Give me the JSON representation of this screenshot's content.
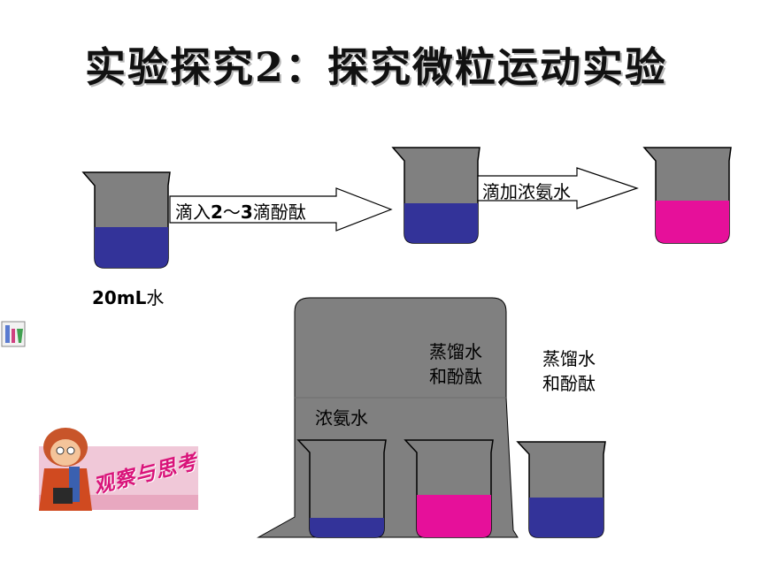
{
  "slide": {
    "title": "实验探究2：探究微粒运动实验"
  },
  "top_row": {
    "beaker1_caption_bold": "20mL",
    "beaker1_caption_rest": "水",
    "arrow1_pre": "滴入",
    "arrow1_b1": "2",
    "arrow1_mid": "～",
    "arrow1_b2": "3",
    "arrow1_post": "滴酚酞",
    "arrow2_label": "滴加浓氨水"
  },
  "bottom": {
    "inner_left_label": "浓氨水",
    "inner_mid_label_line1": "蒸馏水",
    "inner_mid_label_line2": "和酚酞",
    "outside_label_line1": "蒸馏水",
    "outside_label_line2": "和酚酞"
  },
  "decor": {
    "sticker_text": "观察与思考"
  },
  "colors": {
    "beaker_gray": "#808080",
    "liquid_blue": "#333399",
    "liquid_pink": "#e6109a",
    "sticker_pink": "#d9147a"
  }
}
